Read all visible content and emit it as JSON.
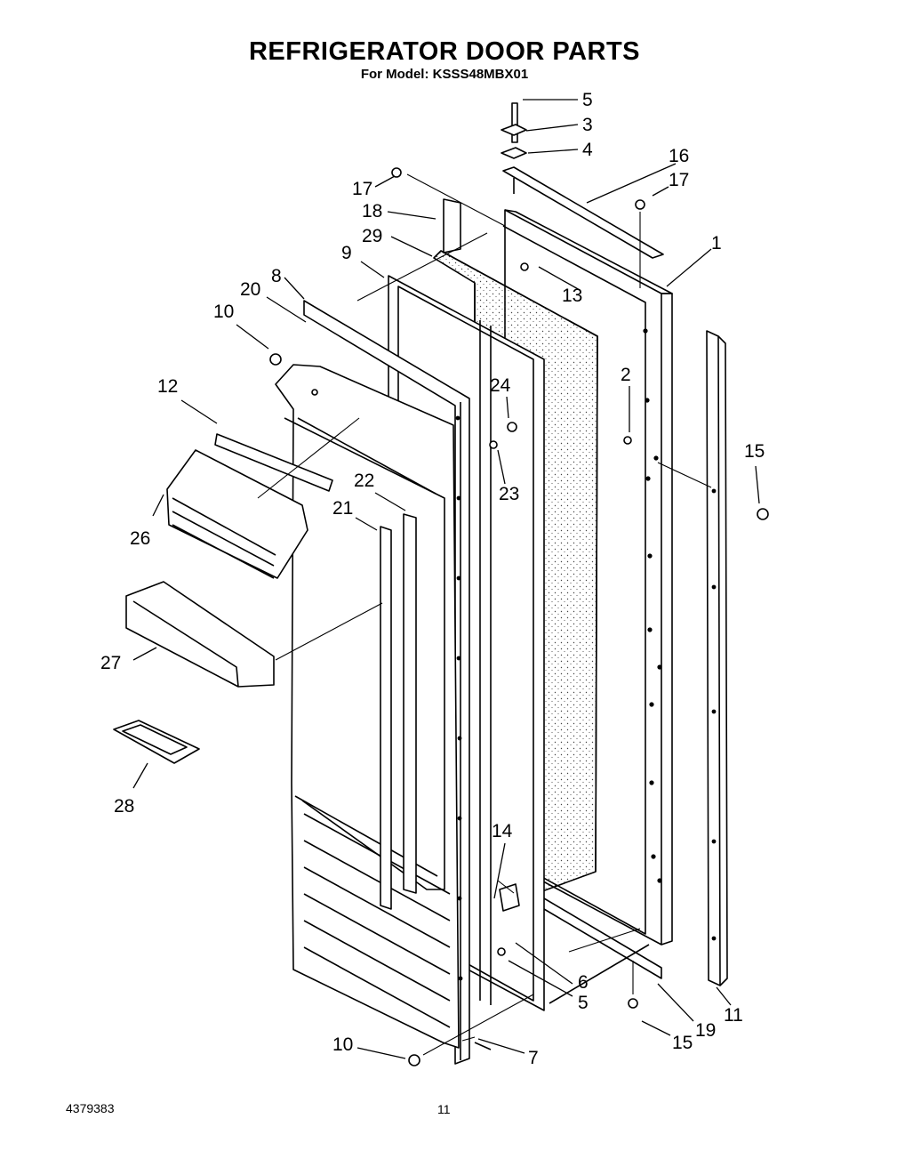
{
  "header": {
    "title": "REFRIGERATOR DOOR PARTS",
    "subtitle": "For Model: KSSS48MBX01"
  },
  "footer": {
    "doc_number": "4379383",
    "page_number": "11"
  },
  "callouts": [
    "5",
    "3",
    "4",
    "16",
    "17",
    "17",
    "1",
    "18",
    "29",
    "9",
    "13",
    "8",
    "20",
    "10",
    "12",
    "24",
    "2",
    "15",
    "23",
    "22",
    "21",
    "26",
    "27",
    "28",
    "14",
    "6",
    "5",
    "19",
    "11",
    "15",
    "10",
    "7"
  ]
}
